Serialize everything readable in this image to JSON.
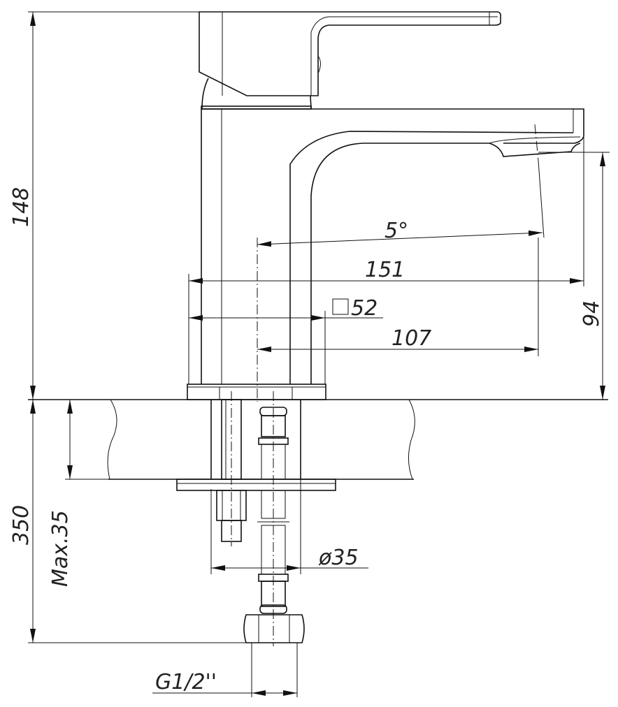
{
  "drawing": {
    "dimensions": {
      "height_total": "148",
      "spout_angle": "5°",
      "total_length": "151",
      "base_square": "52",
      "spout_reach": "107",
      "spout_height": "94",
      "hose_length": "350",
      "max_counter_thickness": "Max.35",
      "hole_diameter": "ø35",
      "connection_thread": "G1/2''"
    },
    "colors": {
      "line": "#111111",
      "background": "#ffffff"
    }
  }
}
